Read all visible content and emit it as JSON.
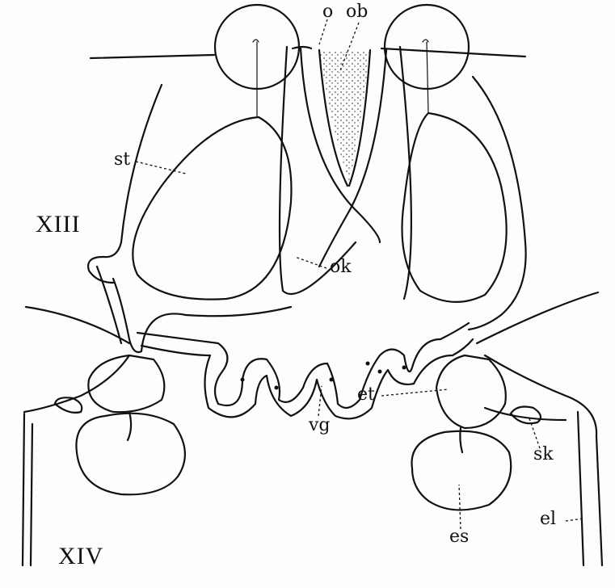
{
  "figure": {
    "segments": {
      "upper": "XIII",
      "lower": "XIV"
    },
    "labels": {
      "o": "o",
      "ob": "ob",
      "st": "st",
      "ok": "ok",
      "et": "et",
      "vg": "vg",
      "sk": "sk",
      "es": "es",
      "el": "el"
    },
    "colors": {
      "ink": "#111111",
      "paper": "#fdfdfb"
    }
  }
}
